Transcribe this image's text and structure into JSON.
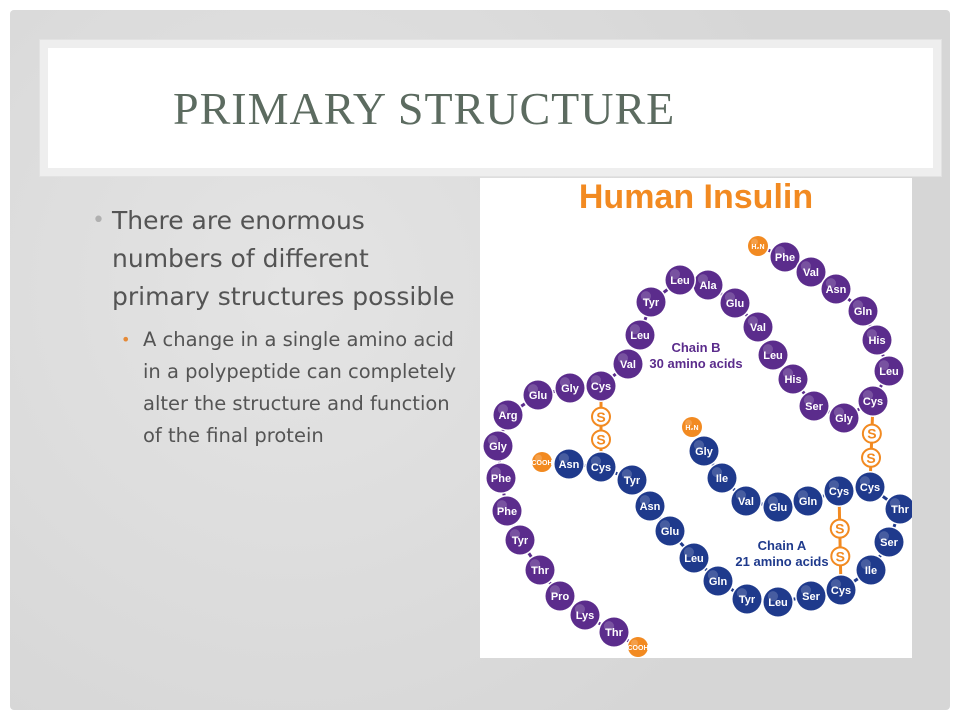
{
  "slide": {
    "title": "PRIMARY STRUCTURE",
    "bullet_main": "There are enormous numbers of different primary structures possible",
    "bullet_sub": "A change in a single amino acid in a polypeptide can completely alter the structure and function of the final protein",
    "bullet_color": "#b0b0b0",
    "sub_bullet_color": "#e58a38"
  },
  "figure": {
    "title": "Human Insulin",
    "title_color": "#f28a21",
    "chain_b_label": [
      "Chain B",
      "30 amino acids"
    ],
    "chain_a_label": [
      "Chain A",
      "21 amino acids"
    ],
    "disulfide_label": "S",
    "colors": {
      "chain_b": "#5b2c8c",
      "chain_a": "#1f3a8c",
      "terminal": "#f28a21",
      "bond": "#f28a21"
    },
    "chain_b": [
      {
        "label": "H₂N",
        "terminal": true
      },
      {
        "label": "Phe"
      },
      {
        "label": "Val"
      },
      {
        "label": "Asn"
      },
      {
        "label": "Gln"
      },
      {
        "label": "His"
      },
      {
        "label": "Leu"
      },
      {
        "label": "Cys"
      },
      {
        "label": "Gly"
      },
      {
        "label": "Ser"
      },
      {
        "label": "His"
      },
      {
        "label": "Leu"
      },
      {
        "label": "Val"
      },
      {
        "label": "Glu"
      },
      {
        "label": "Ala"
      },
      {
        "label": "Leu"
      },
      {
        "label": "Tyr"
      },
      {
        "label": "Leu"
      },
      {
        "label": "Val"
      },
      {
        "label": "Cys"
      },
      {
        "label": "Gly"
      },
      {
        "label": "Glu"
      },
      {
        "label": "Arg"
      },
      {
        "label": "Gly"
      },
      {
        "label": "Phe"
      },
      {
        "label": "Phe"
      },
      {
        "label": "Tyr"
      },
      {
        "label": "Thr"
      },
      {
        "label": "Pro"
      },
      {
        "label": "Lys"
      },
      {
        "label": "Thr"
      },
      {
        "label": "COOH",
        "terminal": true
      }
    ],
    "chain_a": [
      {
        "label": "H₂N",
        "terminal": true
      },
      {
        "label": "Gly"
      },
      {
        "label": "Ile"
      },
      {
        "label": "Val"
      },
      {
        "label": "Glu"
      },
      {
        "label": "Gln"
      },
      {
        "label": "Cys"
      },
      {
        "label": "Cys"
      },
      {
        "label": "Thr"
      },
      {
        "label": "Ser"
      },
      {
        "label": "Ile"
      },
      {
        "label": "Cys"
      },
      {
        "label": "Ser"
      },
      {
        "label": "Leu"
      },
      {
        "label": "Tyr"
      },
      {
        "label": "Gln"
      },
      {
        "label": "Leu"
      },
      {
        "label": "Glu"
      },
      {
        "label": "Asn"
      },
      {
        "label": "Tyr"
      },
      {
        "label": "Cys"
      },
      {
        "label": "Asn"
      },
      {
        "label": "COOH",
        "terminal": true
      }
    ],
    "disulfide_bonds": [
      {
        "chain_b_residue": 7,
        "chain_a_residue": 7
      },
      {
        "chain_a_residue_1": 6,
        "chain_a_residue_2": 11
      },
      {
        "chain_b_residue": 19,
        "chain_a_residue": 20
      }
    ]
  }
}
